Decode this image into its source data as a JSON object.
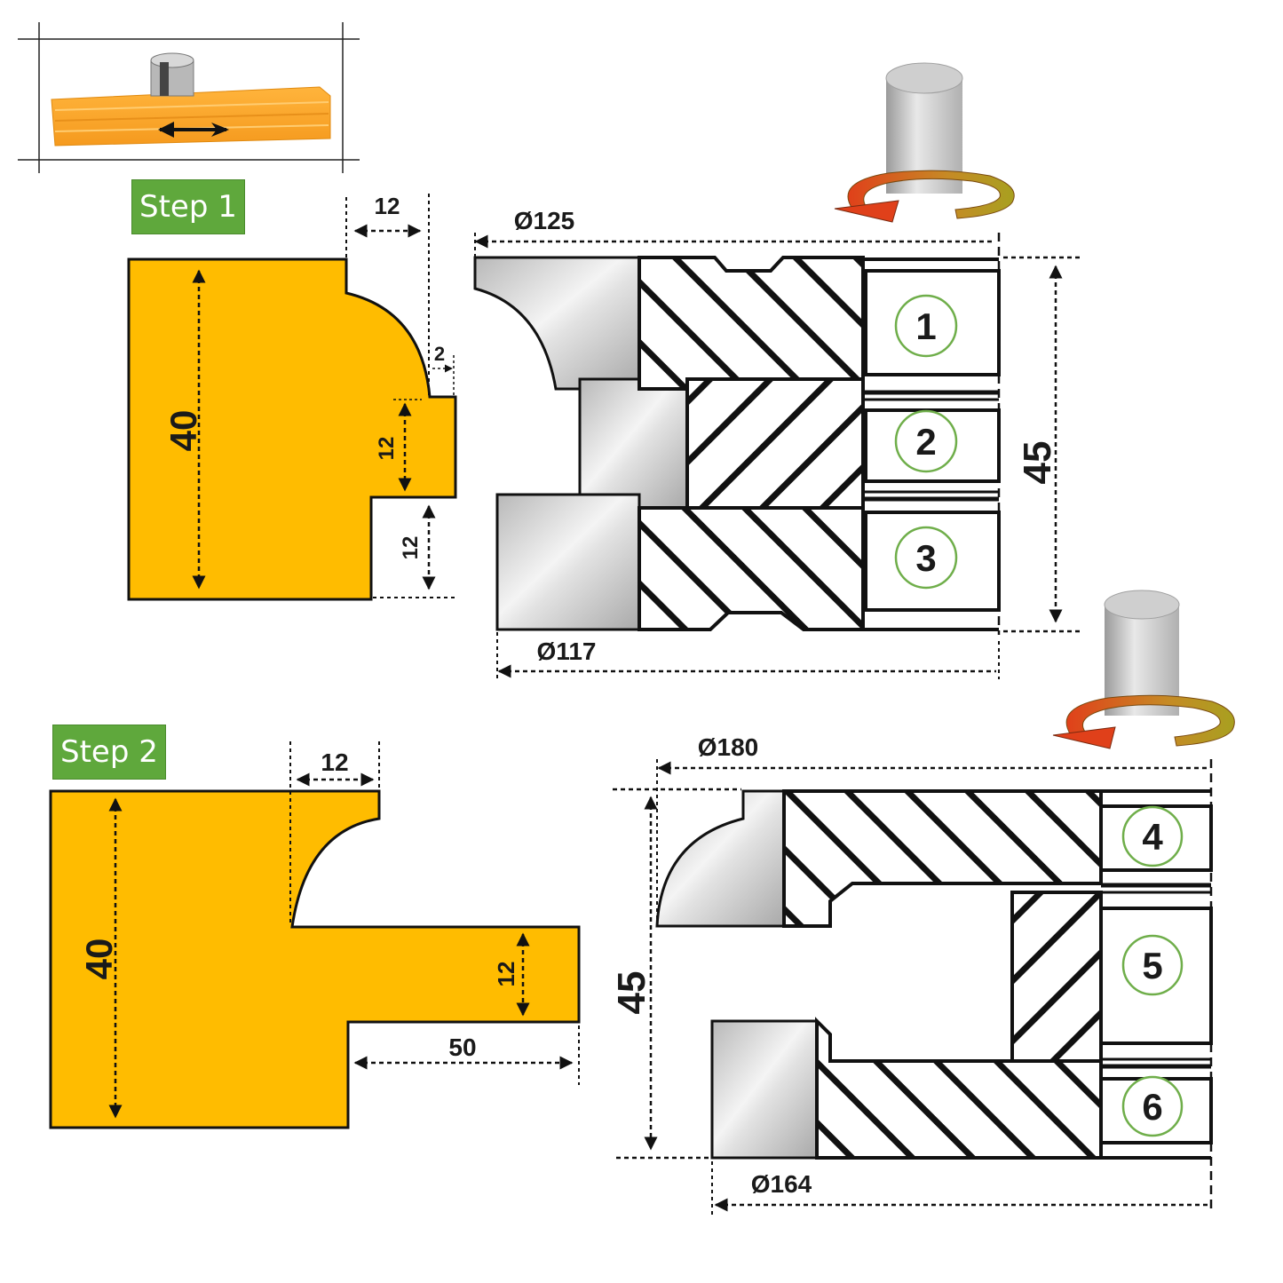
{
  "colors": {
    "profile_fill": "#ffbc00",
    "cutter_steel": "#c8c8c8",
    "hatch": "#111111",
    "step_badge": "#5fa83c",
    "ring_number": "#6fae4a",
    "rotation_arrow_start": "#e0401a",
    "rotation_arrow_end": "#a8a020"
  },
  "icons": [
    "router-bit-feed-icon",
    "rotation-arrow-icon",
    "spindle-icon"
  ],
  "step1": {
    "label": "Step 1",
    "dims": {
      "width_top": "12",
      "gap": "2",
      "tongue_height": "12",
      "lower_height": "12",
      "height": "40"
    },
    "cutter": {
      "dia_top": "Ø125",
      "dia_bottom": "Ø117",
      "height": "45",
      "knives": [
        "1",
        "2",
        "3"
      ]
    }
  },
  "step2": {
    "label": "Step 2",
    "dims": {
      "width_top": "12",
      "tongue_height": "12",
      "tongue_length": "50",
      "height": "40"
    },
    "cutter": {
      "dia_top": "Ø180",
      "dia_bottom": "Ø164",
      "height": "45",
      "knives": [
        "4",
        "5",
        "6"
      ]
    }
  }
}
